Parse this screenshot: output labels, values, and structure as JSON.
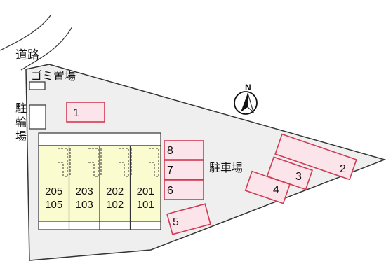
{
  "labels": {
    "road": "道路",
    "garbage": "ゴミ置場",
    "bicycle": [
      "駐",
      "輪",
      "場"
    ],
    "parking": "駐車場",
    "north": "N"
  },
  "units": [
    {
      "top": "205",
      "bottom": "105"
    },
    {
      "top": "203",
      "bottom": "103"
    },
    {
      "top": "202",
      "bottom": "102"
    },
    {
      "top": "201",
      "bottom": "101"
    }
  ],
  "parking_spots": [
    "1",
    "2",
    "3",
    "4",
    "5",
    "6",
    "7",
    "8"
  ],
  "colors": {
    "lot": "#efefef",
    "building": "#fbfbd0",
    "spot_fill": "#fbe4ea",
    "spot_border": "#d23a55"
  }
}
